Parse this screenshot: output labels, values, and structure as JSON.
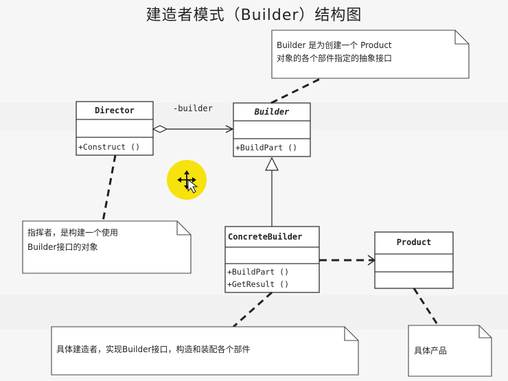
{
  "title": "建造者模式（Builder）结构图",
  "classes": {
    "director": {
      "name": "Director",
      "operations": [
        "+Construct ()"
      ]
    },
    "builder": {
      "name": "Builder",
      "operations": [
        "+BuildPart ()"
      ]
    },
    "concrete_builder": {
      "name": "ConcreteBuilder",
      "operations": [
        "+BuildPart ()",
        "+GetResult ()"
      ]
    },
    "product": {
      "name": "Product",
      "operations": []
    }
  },
  "association_label": "-builder",
  "notes": {
    "builder_note": [
      "Builder 是为创建一个 Product",
      "对象的各个部件指定的抽象接口"
    ],
    "director_note": [
      "指挥者，是构建一个使用",
      "Builder接口的对象"
    ],
    "concrete_note": [
      "具体建造者，实现Builder接口，构造和装配各个部件"
    ],
    "product_note": [
      "具体产品"
    ]
  },
  "colors": {
    "cursor_highlight": "#f5e000"
  }
}
